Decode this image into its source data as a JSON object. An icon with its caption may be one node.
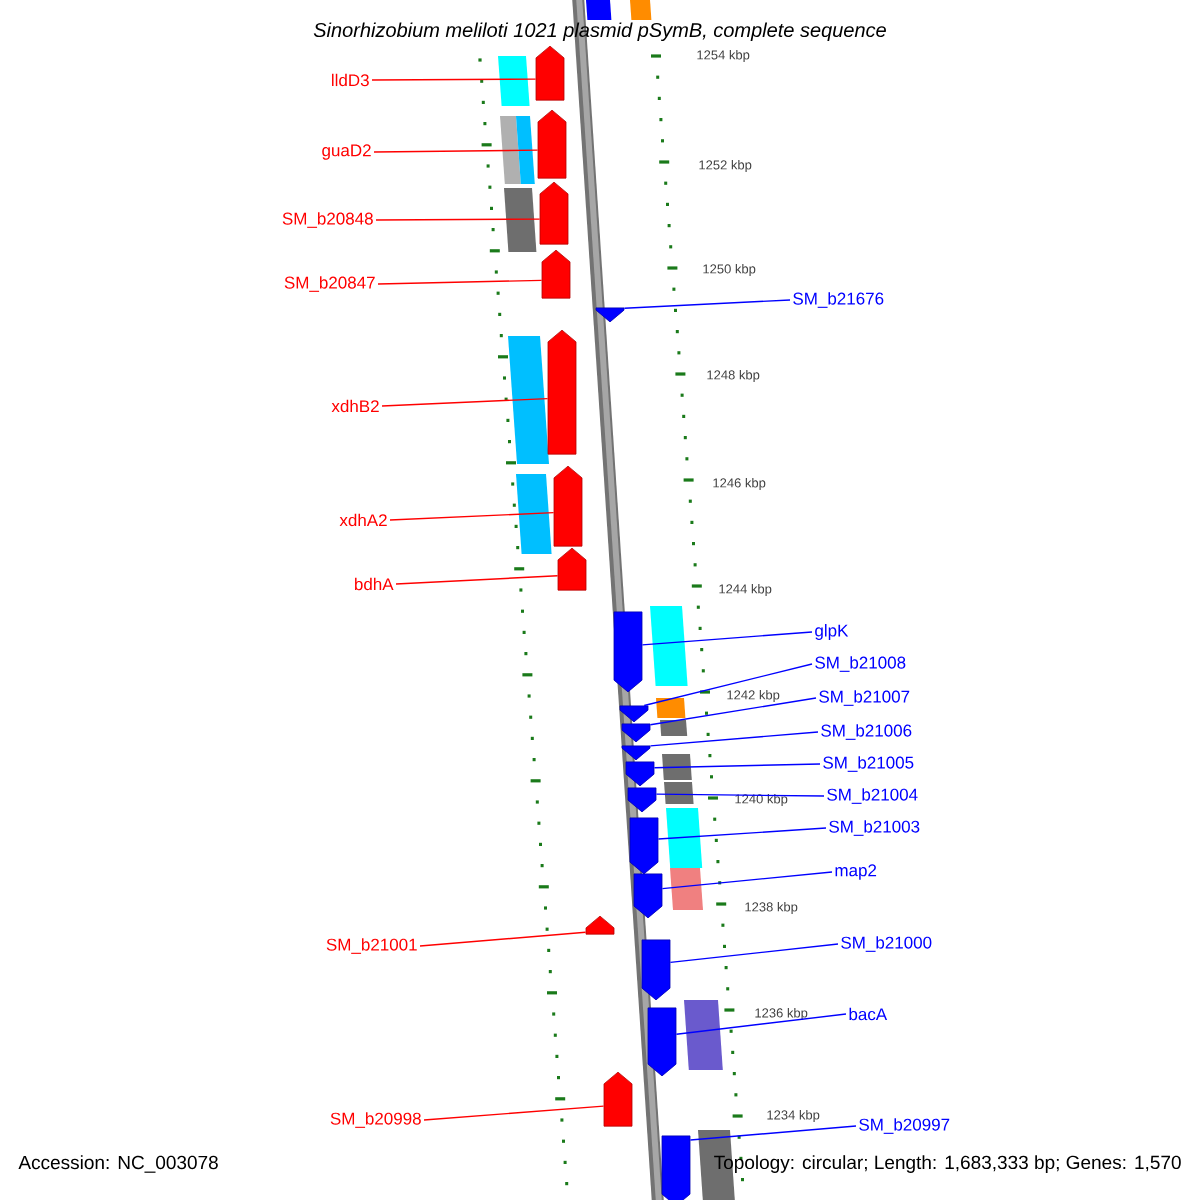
{
  "diagram": {
    "title": "Sinorhizobium meliloti 1021 plasmid pSymB, complete sequence",
    "nodes": [
      {
        "text": [
          "lldD3"
        ]
      },
      {
        "text": [],
        "shape": "arrow"
      },
      {
        "text": [
          "guaD2"
        ]
      },
      {
        "text": [],
        "shape": "arrow"
      },
      {
        "text": [
          "SM_b20848"
        ]
      },
      {
        "text": [],
        "shape": "arrow"
      },
      {
        "text": [
          "SM_b20847"
        ]
      },
      {
        "text": [],
        "shape": "arrow"
      },
      {
        "text": [
          "SM_b21676"
        ]
      },
      {
        "text": [],
        "shape": "arrow"
      },
      {
        "text": [
          "xdhB2"
        ]
      },
      {
        "text": [],
        "shape": "arrow"
      },
      {
        "text": [
          "xdhA2"
        ]
      },
      {
        "text": [],
        "shape": "arrow"
      },
      {
        "text": [
          "bdhA"
        ]
      },
      {
        "text": [],
        "shape": "arrow"
      },
      {
        "text": [
          "glpK"
        ]
      },
      {
        "text": [],
        "shape": "arrow"
      },
      {
        "text": [
          "SM_b21008"
        ]
      },
      {
        "text": [],
        "shape": "arrow"
      },
      {
        "text": [
          "SM_b21007"
        ]
      },
      {
        "text": [],
        "shape": "arrow"
      },
      {
        "text": [
          "SM_b21006"
        ]
      },
      {
        "text": [],
        "shape": "arrow"
      },
      {
        "text": [
          "SM_b21005"
        ]
      },
      {
        "text": [],
        "shape": "arrow"
      },
      {
        "text": [
          "SM_b21004"
        ]
      },
      {
        "text": [],
        "shape": "arrow"
      },
      {
        "text": [
          "SM_b21003"
        ]
      },
      {
        "text": [],
        "shape": "arrow"
      },
      {
        "text": [
          "map2"
        ]
      },
      {
        "text": [],
        "shape": "arrow"
      },
      {
        "text": [
          "SM_b21000"
        ]
      },
      {
        "text": [],
        "shape": "arrow"
      },
      {
        "text": [
          "SM_b21001"
        ]
      },
      {
        "text": [],
        "shape": "arrow"
      },
      {
        "text": [
          "bacA"
        ]
      },
      {
        "text": [],
        "shape": "arrow"
      },
      {
        "text": [
          "SM_b20998"
        ]
      },
      {
        "text": [],
        "shape": "arrow"
      },
      {
        "text": [
          "SM_b20997"
        ]
      },
      {
        "text": [],
        "shape": "arrow"
      }
    ],
    "edges": [
      {
        "from": 0,
        "to": 1,
        "arrow": "none",
        "color": "#ff0000"
      },
      {
        "from": 2,
        "to": 3,
        "arrow": "none",
        "color": "#ff0000"
      },
      {
        "from": 4,
        "to": 5,
        "arrow": "none",
        "color": "#ff0000"
      },
      {
        "from": 6,
        "to": 7,
        "arrow": "none",
        "color": "#ff0000"
      },
      {
        "from": 8,
        "to": 9,
        "arrow": "none"
      },
      {
        "from": 10,
        "to": 11,
        "arrow": "none",
        "color": "#ff0000"
      },
      {
        "from": 12,
        "to": 13,
        "arrow": "none",
        "color": "#ff0000"
      },
      {
        "from": 14,
        "to": 15,
        "arrow": "none",
        "color": "#ff0000"
      },
      {
        "from": 16,
        "to": 17,
        "arrow": "none"
      },
      {
        "from": 18,
        "to": 19,
        "arrow": "none"
      },
      {
        "from": 20,
        "to": 21,
        "arrow": "none"
      },
      {
        "from": 22,
        "to": 23,
        "arrow": "none"
      },
      {
        "from": 24,
        "to": 25,
        "arrow": "none"
      },
      {
        "from": 26,
        "to": 27,
        "arrow": "none"
      },
      {
        "from": 28,
        "to": 29,
        "arrow": "none"
      },
      {
        "from": 30,
        "to": 31,
        "arrow": "none"
      },
      {
        "from": 32,
        "to": 33,
        "arrow": "none"
      },
      {
        "from": 34,
        "to": 35,
        "arrow": "none",
        "color": "#ff0000"
      },
      {
        "from": 36,
        "to": 37,
        "arrow": "none"
      },
      {
        "from": 38,
        "to": 39,
        "arrow": "none",
        "color": "#ff0000"
      },
      {
        "from": 40,
        "to": 41,
        "arrow": "none"
      }
    ],
    "labels": [
      "1254 kbp",
      "1252 kbp",
      "1250 kbp",
      "1248 kbp",
      "1246 kbp",
      "1244 kbp",
      "1242 kbp",
      "1240 kbp",
      "1238 kbp",
      "1236 kbp",
      "1234 kbp",
      "Accession: NC_003078",
      "Topology: circular; Length: 1,683,333 bp; Genes: 1,570"
    ]
  }
}
